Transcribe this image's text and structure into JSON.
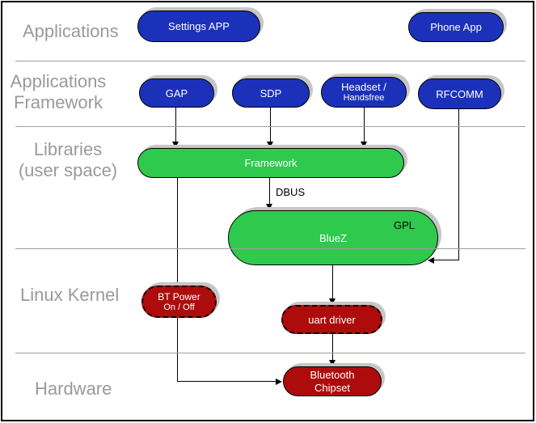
{
  "layers": {
    "applications": {
      "label": "Applications"
    },
    "applications_framework": {
      "line1": "Applications",
      "line2": "Framework"
    },
    "libraries": {
      "line1": "Libraries",
      "line2": "(user space)"
    },
    "linux_kernel": {
      "label": "Linux Kernel"
    },
    "hardware": {
      "label": "Hardware"
    }
  },
  "nodes": {
    "settings_app": {
      "label": "Settings APP"
    },
    "phone_app": {
      "label": "Phone App"
    },
    "gap": {
      "label": "GAP"
    },
    "sdp": {
      "label": "SDP"
    },
    "headset": {
      "line1": "Headset /",
      "line2": "Handsfree"
    },
    "rfcomm": {
      "label": "RFCOMM"
    },
    "framework": {
      "label": "Framework"
    },
    "bluez": {
      "label": "BlueZ",
      "tag": "GPL"
    },
    "bt_power": {
      "line1": "BT Power",
      "line2": "On / Off"
    },
    "uart_driver": {
      "label": "uart driver"
    },
    "bt_chipset": {
      "line1": "Bluetooth",
      "line2": "Chipset"
    }
  },
  "connectors": {
    "dbus_label": "DBUS"
  },
  "colors": {
    "application_node_blue": "#1c31ba",
    "library_node_green": "#2fc94e",
    "kernel_node_red": "#ae0c0c",
    "node_text": "#ffffff",
    "layer_label_gray": "#9a9a9a",
    "separator_gray": "#9f9f9f",
    "connector_black": "#000000",
    "shadow_gray": "#c6c6c6"
  }
}
